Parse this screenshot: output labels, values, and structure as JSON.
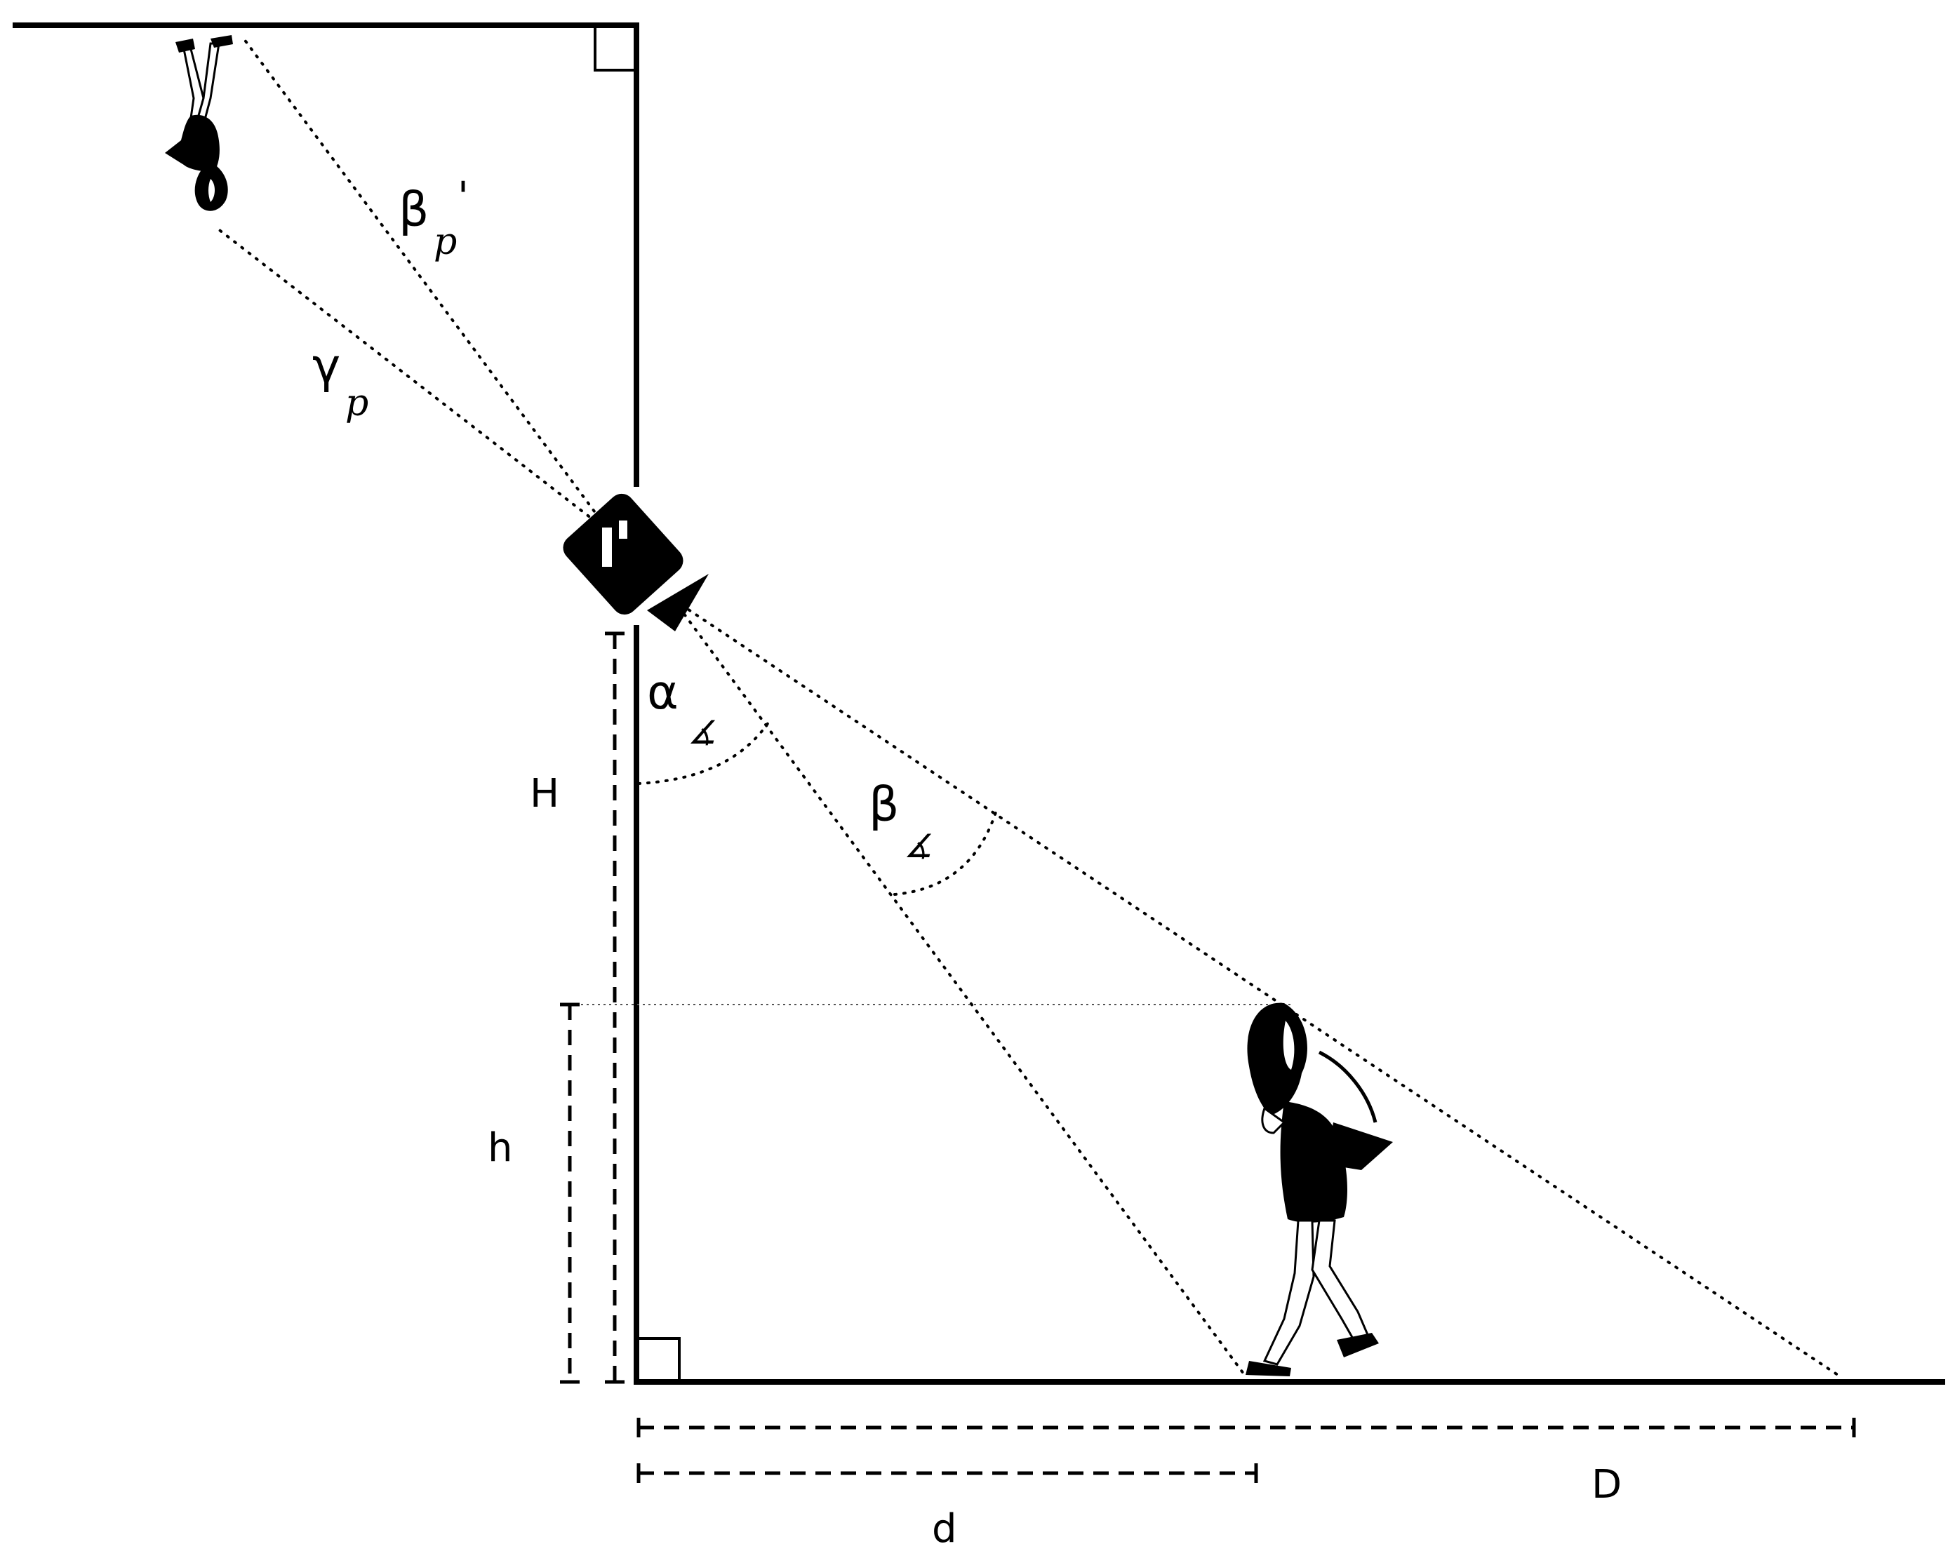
{
  "labels": {
    "H": "H",
    "h": "h",
    "d": "d",
    "D": "D",
    "alpha": "α",
    "beta": "β",
    "beta_p": "β",
    "gamma_p": "γ",
    "subscript_p": "p",
    "prime": "'",
    "angle_symbol": "∡"
  },
  "icons": {
    "camera": "camera-icon",
    "person": "person-silhouette",
    "reflected_person": "reflected-person-silhouette"
  }
}
